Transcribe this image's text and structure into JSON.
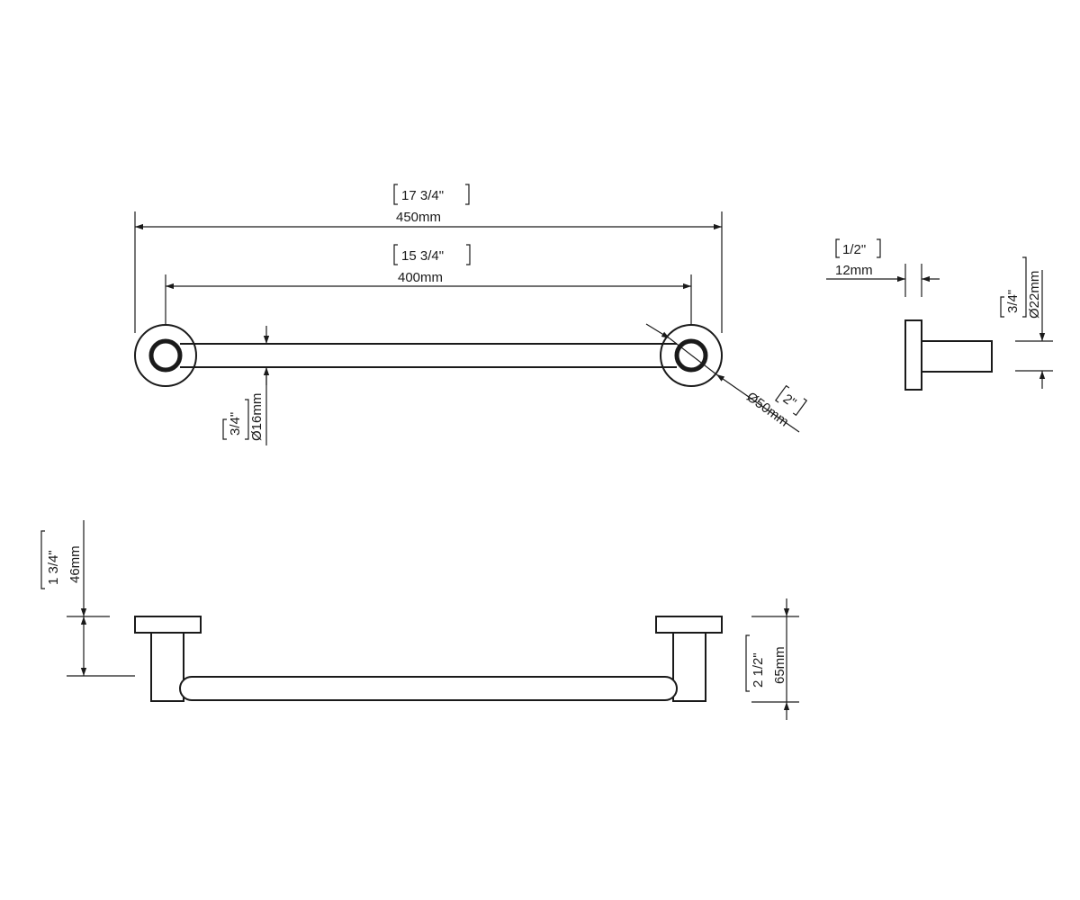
{
  "colors": {
    "line": "#1a1a1a",
    "background": "#ffffff"
  },
  "dimensions": {
    "overall_length": {
      "inch": "17 3/4\"",
      "mm": "450mm"
    },
    "center_distance": {
      "inch": "15 3/4\"",
      "mm": "400mm"
    },
    "bar_diameter": {
      "inch": "3/4\"",
      "mm": "Ø16mm"
    },
    "flange_diameter": {
      "inch": "2\"",
      "mm": "Ø50mm"
    },
    "flange_thickness": {
      "inch": "1/2\"",
      "mm": "12mm"
    },
    "post_diameter": {
      "inch": "3/4\"",
      "mm": "Ø22mm"
    },
    "projection": {
      "inch": "1 3/4\"",
      "mm": "46mm"
    },
    "height": {
      "inch": "2 1/2\"",
      "mm": "65mm"
    }
  }
}
